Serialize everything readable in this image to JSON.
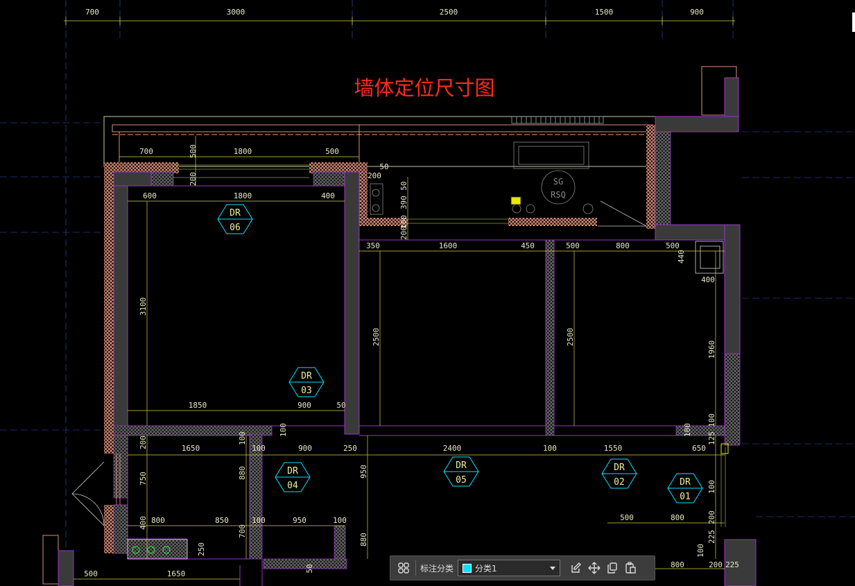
{
  "drawing": {
    "title": "墙体定位尺寸图",
    "top_dims": [
      "700",
      "3000",
      "2500",
      "1500",
      "900"
    ],
    "dims": {
      "d700a": "700",
      "d1800a": "1800",
      "d500a": "500",
      "d500v": "500",
      "d200a": "200",
      "d50a": "50",
      "d200b": "200",
      "d600": "600",
      "d1800b": "1800",
      "d400a": "400",
      "d50b": "50",
      "d390": "390",
      "d100a": "100",
      "d200c": "200",
      "d350": "350",
      "d1600": "1600",
      "d450": "450",
      "d500b": "500",
      "d800a": "800",
      "d500c": "500",
      "d440": "440",
      "d400b": "400",
      "d3100": "3100",
      "d2500a": "2500",
      "d2500b": "2500",
      "d1960": "1960",
      "d1850": "1850",
      "d900a": "900",
      "d50c": "50",
      "d100b": "100",
      "d100c": "100",
      "d100d": "100",
      "d125": "125",
      "d200d": "200",
      "d1650a": "1650",
      "d100e": "100",
      "d100f": "100",
      "d900b": "900",
      "d250a": "250",
      "d2400": "2400",
      "d100g": "100",
      "d1550": "1550",
      "d650": "650",
      "d750": "750",
      "d880a": "880",
      "d950a": "950",
      "d100h": "100",
      "d400c": "400",
      "d800b": "800",
      "d850": "850",
      "d100i": "100",
      "d950b": "950",
      "d100j": "100",
      "d700b": "700",
      "d880b": "880",
      "d250b": "250",
      "d500d": "500",
      "d800c": "800",
      "d200e": "200",
      "d225a": "225",
      "d100k": "100",
      "d800d": "800",
      "d200f": "200",
      "d225b": "225",
      "d500e": "500",
      "d1650b": "1650",
      "d50d": "50"
    },
    "tags": [
      {
        "code": "DR",
        "num": "06"
      },
      {
        "code": "DR",
        "num": "03"
      },
      {
        "code": "DR",
        "num": "04"
      },
      {
        "code": "DR",
        "num": "05"
      },
      {
        "code": "DR",
        "num": "02"
      },
      {
        "code": "DR",
        "num": "01"
      }
    ],
    "equipment": {
      "line1": "SG",
      "line2": "RSQ"
    }
  },
  "toolbar": {
    "label": "标注分类",
    "selected": "分类1"
  },
  "colors": {
    "dim": "#e8e8c8",
    "title": "#ff2a1a",
    "wall_pink": "#f2a08a",
    "wall_purple": "#9a35c8",
    "tag": "#00e5ff",
    "swatch": "#00e5ff"
  }
}
